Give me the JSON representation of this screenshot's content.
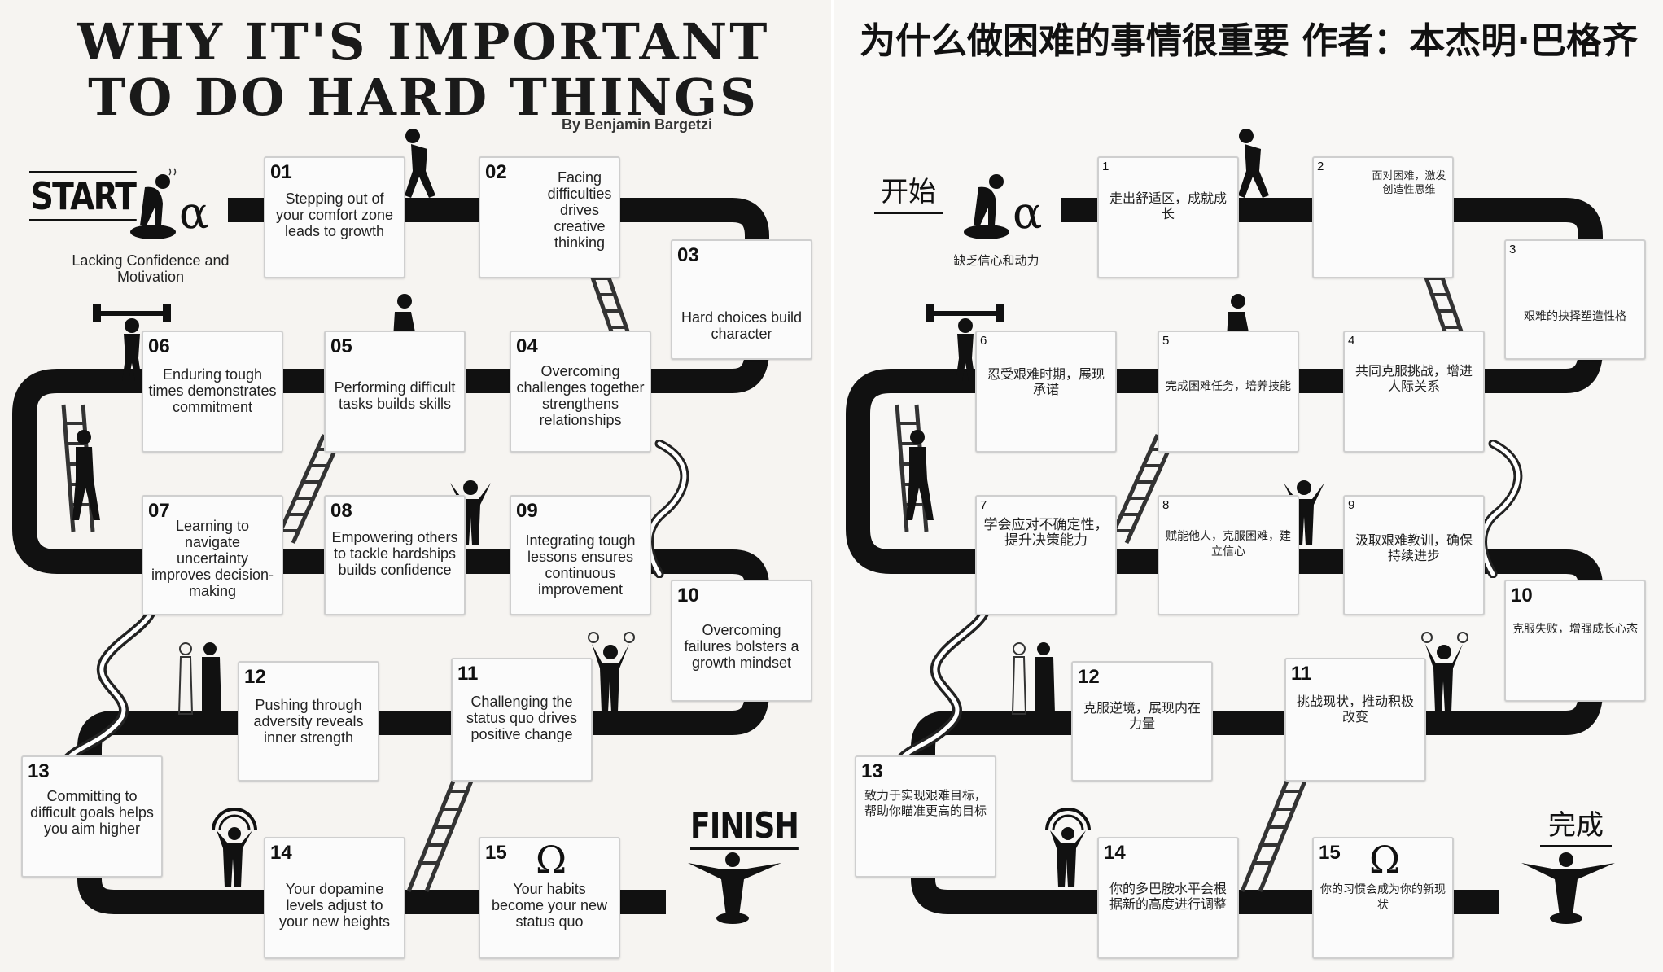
{
  "left": {
    "title": "WHY IT'S IMPORTANT TO DO HARD THINGS",
    "byline": "By Benjamin Bargetzi",
    "start": "START",
    "finish": "FINISH",
    "alpha": "α",
    "omega": "Ω",
    "start_caption": "Lacking Confidence and Motivation",
    "cards": [
      {
        "num": "01",
        "text": "Stepping out of your comfort zone leads to growth"
      },
      {
        "num": "02",
        "text": "Facing difficulties drives creative thinking"
      },
      {
        "num": "03",
        "text": "Hard choices build character"
      },
      {
        "num": "04",
        "text": "Overcoming challenges together strengthens relationships"
      },
      {
        "num": "05",
        "text": "Performing difficult tasks builds skills"
      },
      {
        "num": "06",
        "text": "Enduring tough times demonstrates commitment"
      },
      {
        "num": "07",
        "text": "Learning to navigate uncertainty improves decision-making"
      },
      {
        "num": "08",
        "text": "Empowering others to tackle hardships builds confidence"
      },
      {
        "num": "09",
        "text": "Integrating tough lessons ensures continuous improvement"
      },
      {
        "num": "10",
        "text": "Overcoming failures bolsters a growth mindset"
      },
      {
        "num": "11",
        "text": "Challenging the status quo drives positive change"
      },
      {
        "num": "12",
        "text": "Pushing through adversity reveals inner strength"
      },
      {
        "num": "13",
        "text": "Committing to difficult goals helps you aim higher"
      },
      {
        "num": "14",
        "text": "Your dopamine levels adjust to your new heights"
      },
      {
        "num": "15",
        "text": "Your habits become your new status quo"
      }
    ]
  },
  "right": {
    "title": "为什么做困难的事情很重要 作者：本杰明·巴格齐",
    "start": "开始",
    "finish": "完成",
    "alpha": "α",
    "omega": "Ω",
    "start_caption": "缺乏信心和动力",
    "cards": [
      {
        "num": "1",
        "text": "走出舒适区，成就成长"
      },
      {
        "num": "2",
        "text": "面对困难，激发创造性思维"
      },
      {
        "num": "3",
        "text": "艰难的抉择塑造性格"
      },
      {
        "num": "4",
        "text": "共同克服挑战，增进人际关系"
      },
      {
        "num": "5",
        "text": "完成困难任务，培养技能"
      },
      {
        "num": "6",
        "text": "忍受艰难时期，展现承诺"
      },
      {
        "num": "7",
        "text": "学会应对不确定性，提升决策能力"
      },
      {
        "num": "8",
        "text": "赋能他人，克服困难，建立信心"
      },
      {
        "num": "9",
        "text": "汲取艰难教训，确保持续进步"
      },
      {
        "num": "10",
        "text": "克服失败，增强成长心态"
      },
      {
        "num": "11",
        "text": "挑战现状，推动积极改变"
      },
      {
        "num": "12",
        "text": "克服逆境，展现内在力量"
      },
      {
        "num": "13",
        "text": "致力于实现艰难目标，帮助你瞄准更高的目标"
      },
      {
        "num": "14",
        "text": "你的多巴胺水平会根据新的高度进行调整"
      },
      {
        "num": "15",
        "text": "你的习惯会成为你的新现状"
      }
    ]
  }
}
